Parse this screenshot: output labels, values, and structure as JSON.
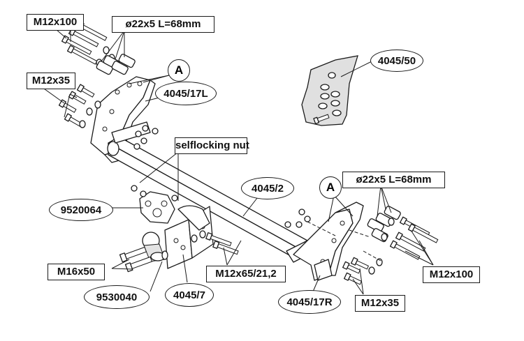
{
  "labels": {
    "bolts_m12x100_left": "M12x100",
    "spacer_left": "ø22x5 L=68mm",
    "bolts_m12x35_left": "M12x35",
    "marker_a_left": "A",
    "bracket_left": "4045/17L",
    "bag": "4045/50",
    "nut": "selflocking nut",
    "crossbar": "4045/2",
    "marker_a_right": "A",
    "spacer_right": "ø22x5 L=68mm",
    "socket_plate": "9520064",
    "bolts_m12x100_right": "M12x100",
    "bolts_m16x50": "M16x50",
    "bolts_m12x65": "M12x65/21,2",
    "ball": "9530040",
    "neck": "4045/7",
    "bracket_right": "4045/17R",
    "bolts_m12x35_right": "M12x35"
  },
  "colors": {
    "line": "#1a1a1a",
    "bag_fill": "#e0e0e0",
    "background": "#ffffff"
  }
}
